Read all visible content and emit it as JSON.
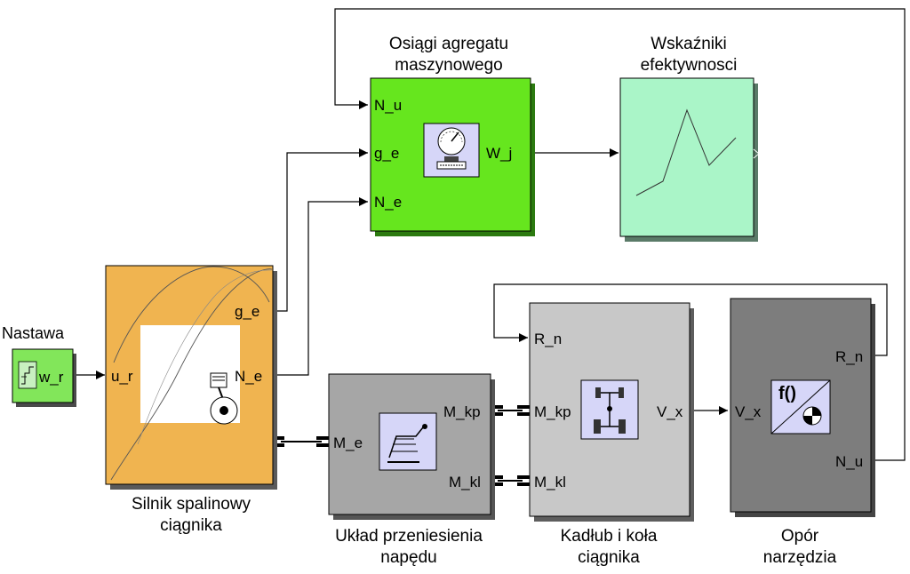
{
  "blocks": {
    "nastawa": {
      "title": "Nastawa",
      "out_port": "w_r",
      "color": "#82e65a"
    },
    "silnik": {
      "caption_line1": "Silnik spalinowy",
      "caption_line2": "ciągnika",
      "in_port": "u_r",
      "out_port_1": "g_e",
      "out_port_2": "N_e",
      "color": "#f0b450"
    },
    "osiagi": {
      "title_line1": "Osiągi agregatu",
      "title_line2": "maszynowego",
      "in_port_1": "N_u",
      "in_port_2": "g_e",
      "in_port_3": "N_e",
      "out_port": "W_j",
      "color": "#66e61e"
    },
    "wskazniki": {
      "title_line1": "Wskaźniki",
      "title_line2": "efektywnosci",
      "color": "#aaf5c8"
    },
    "uklad": {
      "caption_line1": "Układ przeniesienia",
      "caption_line2": "napędu",
      "in_port": "M_e",
      "out_port_1": "M_kp",
      "out_port_2": "M_kl",
      "color": "#a6a6a6"
    },
    "kadlub": {
      "caption_line1": "Kadłub i koła",
      "caption_line2": "ciągnika",
      "in_port_1": "R_n",
      "in_port_2": "M_kp",
      "in_port_3": "M_kl",
      "out_port": "V_x",
      "color": "#c8c8c8"
    },
    "opor": {
      "caption_line1": "Opór",
      "caption_line2": "narzędzia",
      "in_port": "V_x",
      "out_port_1": "R_n",
      "out_port_2": "N_u",
      "icon_text": "f()",
      "color": "#7d7d7d"
    }
  }
}
